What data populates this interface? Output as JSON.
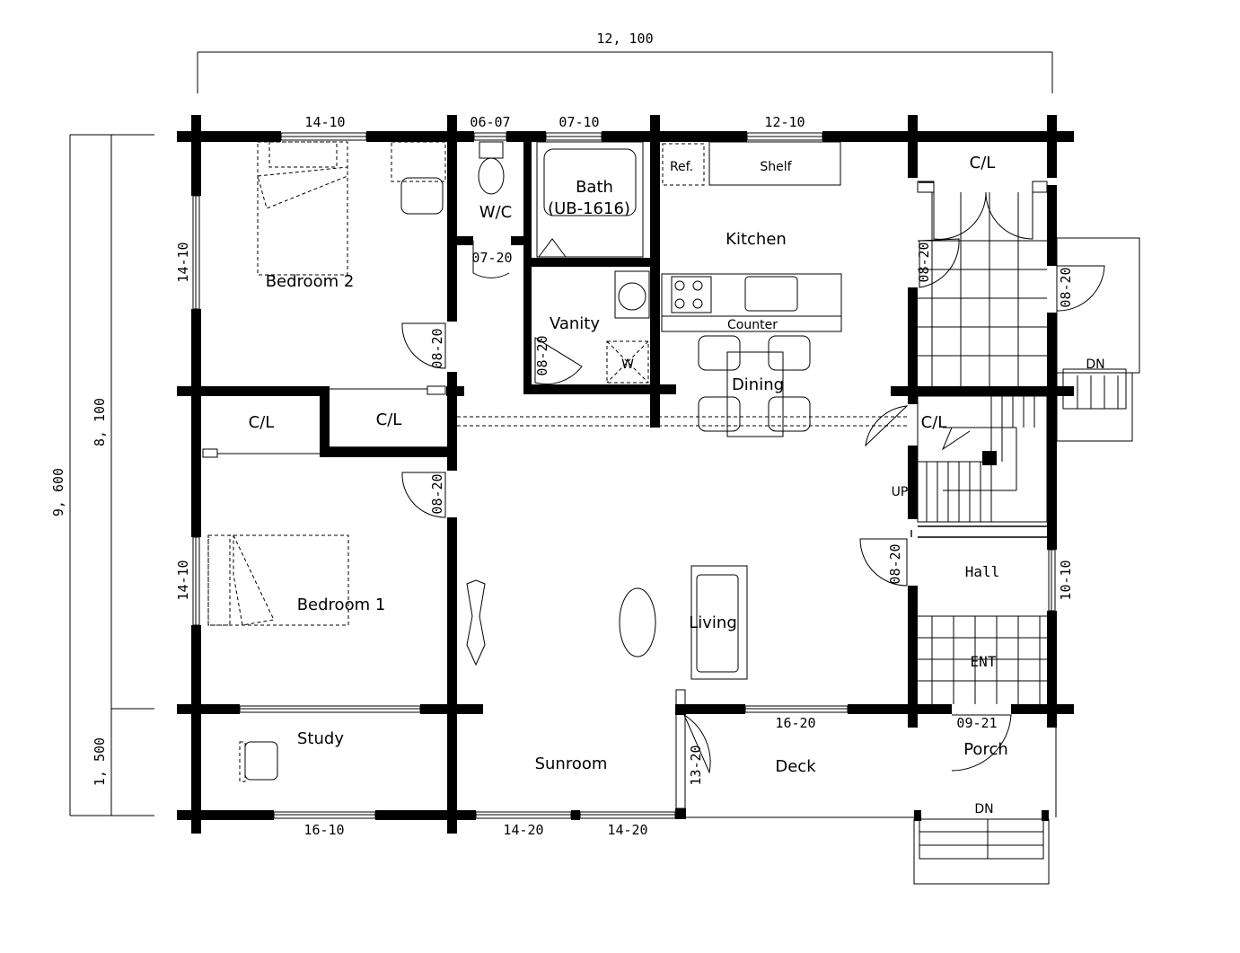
{
  "dimensions": {
    "overall_width": "12, 100",
    "overall_depth": "9, 600",
    "main_depth": "8, 100",
    "sunroom_depth": "1, 500"
  },
  "rooms": {
    "bedroom2": "Bedroom 2",
    "bedroom1": "Bedroom 1",
    "wc": "W/C",
    "bath": "Bath",
    "bath_unit": "(UB-1616)",
    "vanity": "Vanity",
    "kitchen": "Kitchen",
    "ref": "Ref.",
    "shelf": "Shelf",
    "counter": "Counter",
    "dining": "Dining",
    "living": "Living",
    "study": "Study",
    "sunroom": "Sunroom",
    "deck": "Deck",
    "porch": "Porch",
    "hall": "Hall",
    "ent": "ENT",
    "cl_top": "C/L",
    "cl_left": "C/L",
    "cl_mid": "C/L",
    "cl_stair": "C/L",
    "washer": "W",
    "up": "UP",
    "dn_side": "DN",
    "dn_front": "DN"
  },
  "openings": {
    "w_bed2_top": "14-10",
    "w_wc_top": "06-07",
    "w_bath_top": "07-10",
    "w_kitchen_top": "12-10",
    "w_bed2_left": "14-10",
    "d_wc": "07-20",
    "d_bed2": "08-20",
    "d_vanity": "08-20",
    "d_cl_right": "08-20",
    "d_side_ext": "08-20",
    "d_bed1": "08-20",
    "d_hall": "08-20",
    "w_bed1_left": "14-10",
    "w_hall_right": "10-10",
    "w_deck": "16-20",
    "d_porch": "09-21",
    "d_deck_side": "13-20",
    "w_study_bottom": "16-10",
    "w_sun_1": "14-20",
    "w_sun_2": "14-20"
  }
}
